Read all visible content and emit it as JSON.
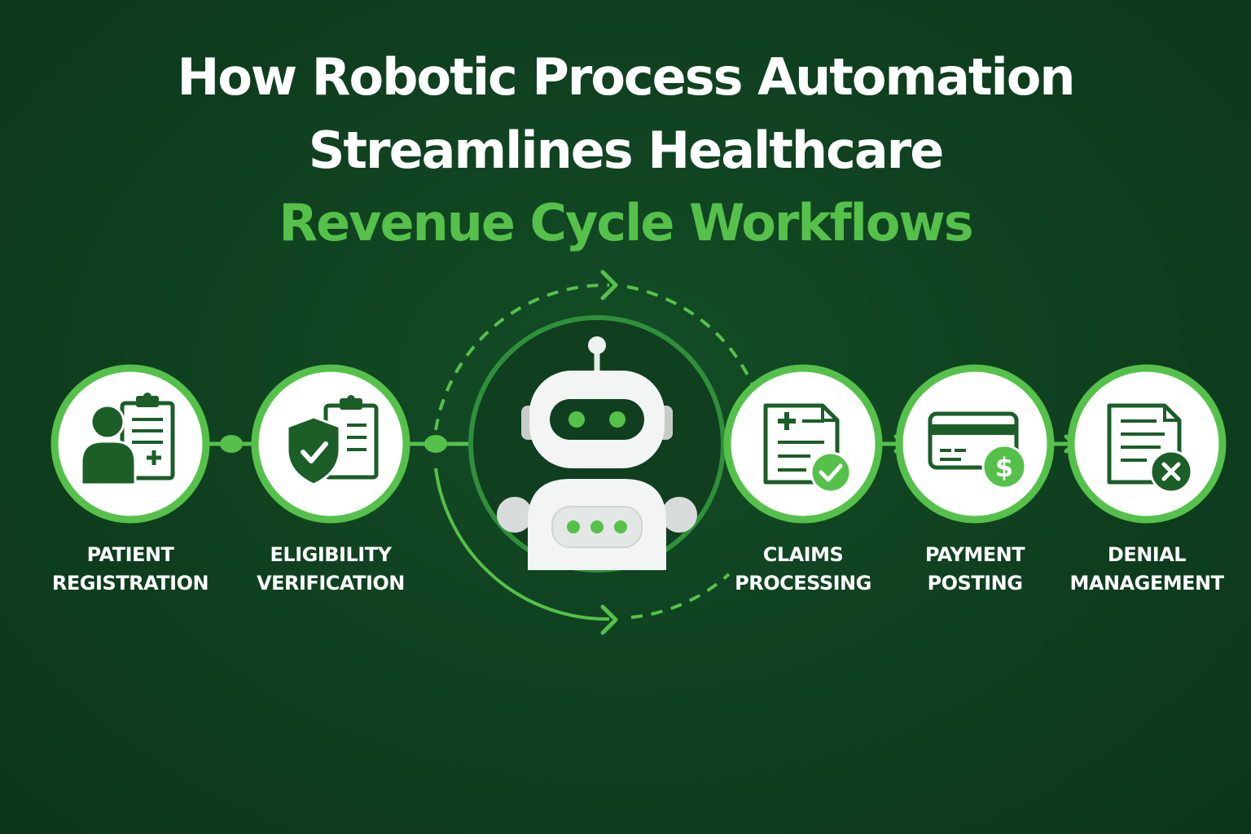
{
  "title": {
    "line1": "How Robotic Process Automation",
    "line2": "Streamlines Healthcare",
    "line3": "Revenue Cycle Workflows"
  },
  "colors": {
    "background": "#0f3f1f",
    "accent_green": "#55c14a",
    "icon_dark_green": "#1b5e28",
    "white": "#ffffff"
  },
  "steps": [
    {
      "line1": "PATIENT",
      "line2": "REGISTRATION",
      "icon": "patient-clipboard-icon"
    },
    {
      "line1": "ELIGIBILITY",
      "line2": "VERIFICATION",
      "icon": "shield-check-clipboard-icon"
    },
    {
      "line1": "CLAIMS",
      "line2": "PROCESSING",
      "icon": "claim-document-check-icon"
    },
    {
      "line1": "PAYMENT",
      "line2": "POSTING",
      "icon": "credit-card-dollar-icon"
    },
    {
      "line1": "DENIAL",
      "line2": "MANAGEMENT",
      "icon": "document-x-icon"
    }
  ],
  "center": {
    "icon": "robot-icon"
  }
}
